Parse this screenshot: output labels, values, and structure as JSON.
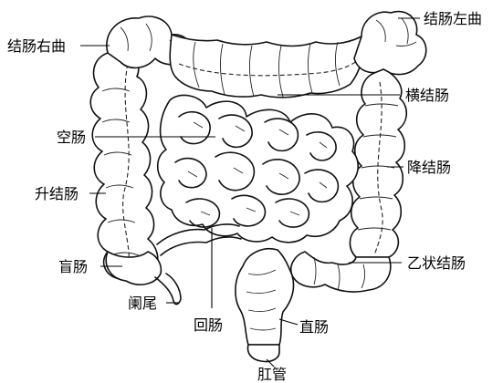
{
  "labels": {
    "right_colic_flexure": "结肠右曲",
    "left_colic_flexure": "结肠左曲",
    "transverse_colon": "横结肠",
    "jejunum": "空肠",
    "descending_colon": "降结肠",
    "ascending_colon": "升结肠",
    "cecum": "盲肠",
    "sigmoid_colon": "乙状结肠",
    "appendix": "阑尾",
    "ileum": "回肠",
    "rectum": "直肠",
    "anal_canal": "肛管"
  }
}
